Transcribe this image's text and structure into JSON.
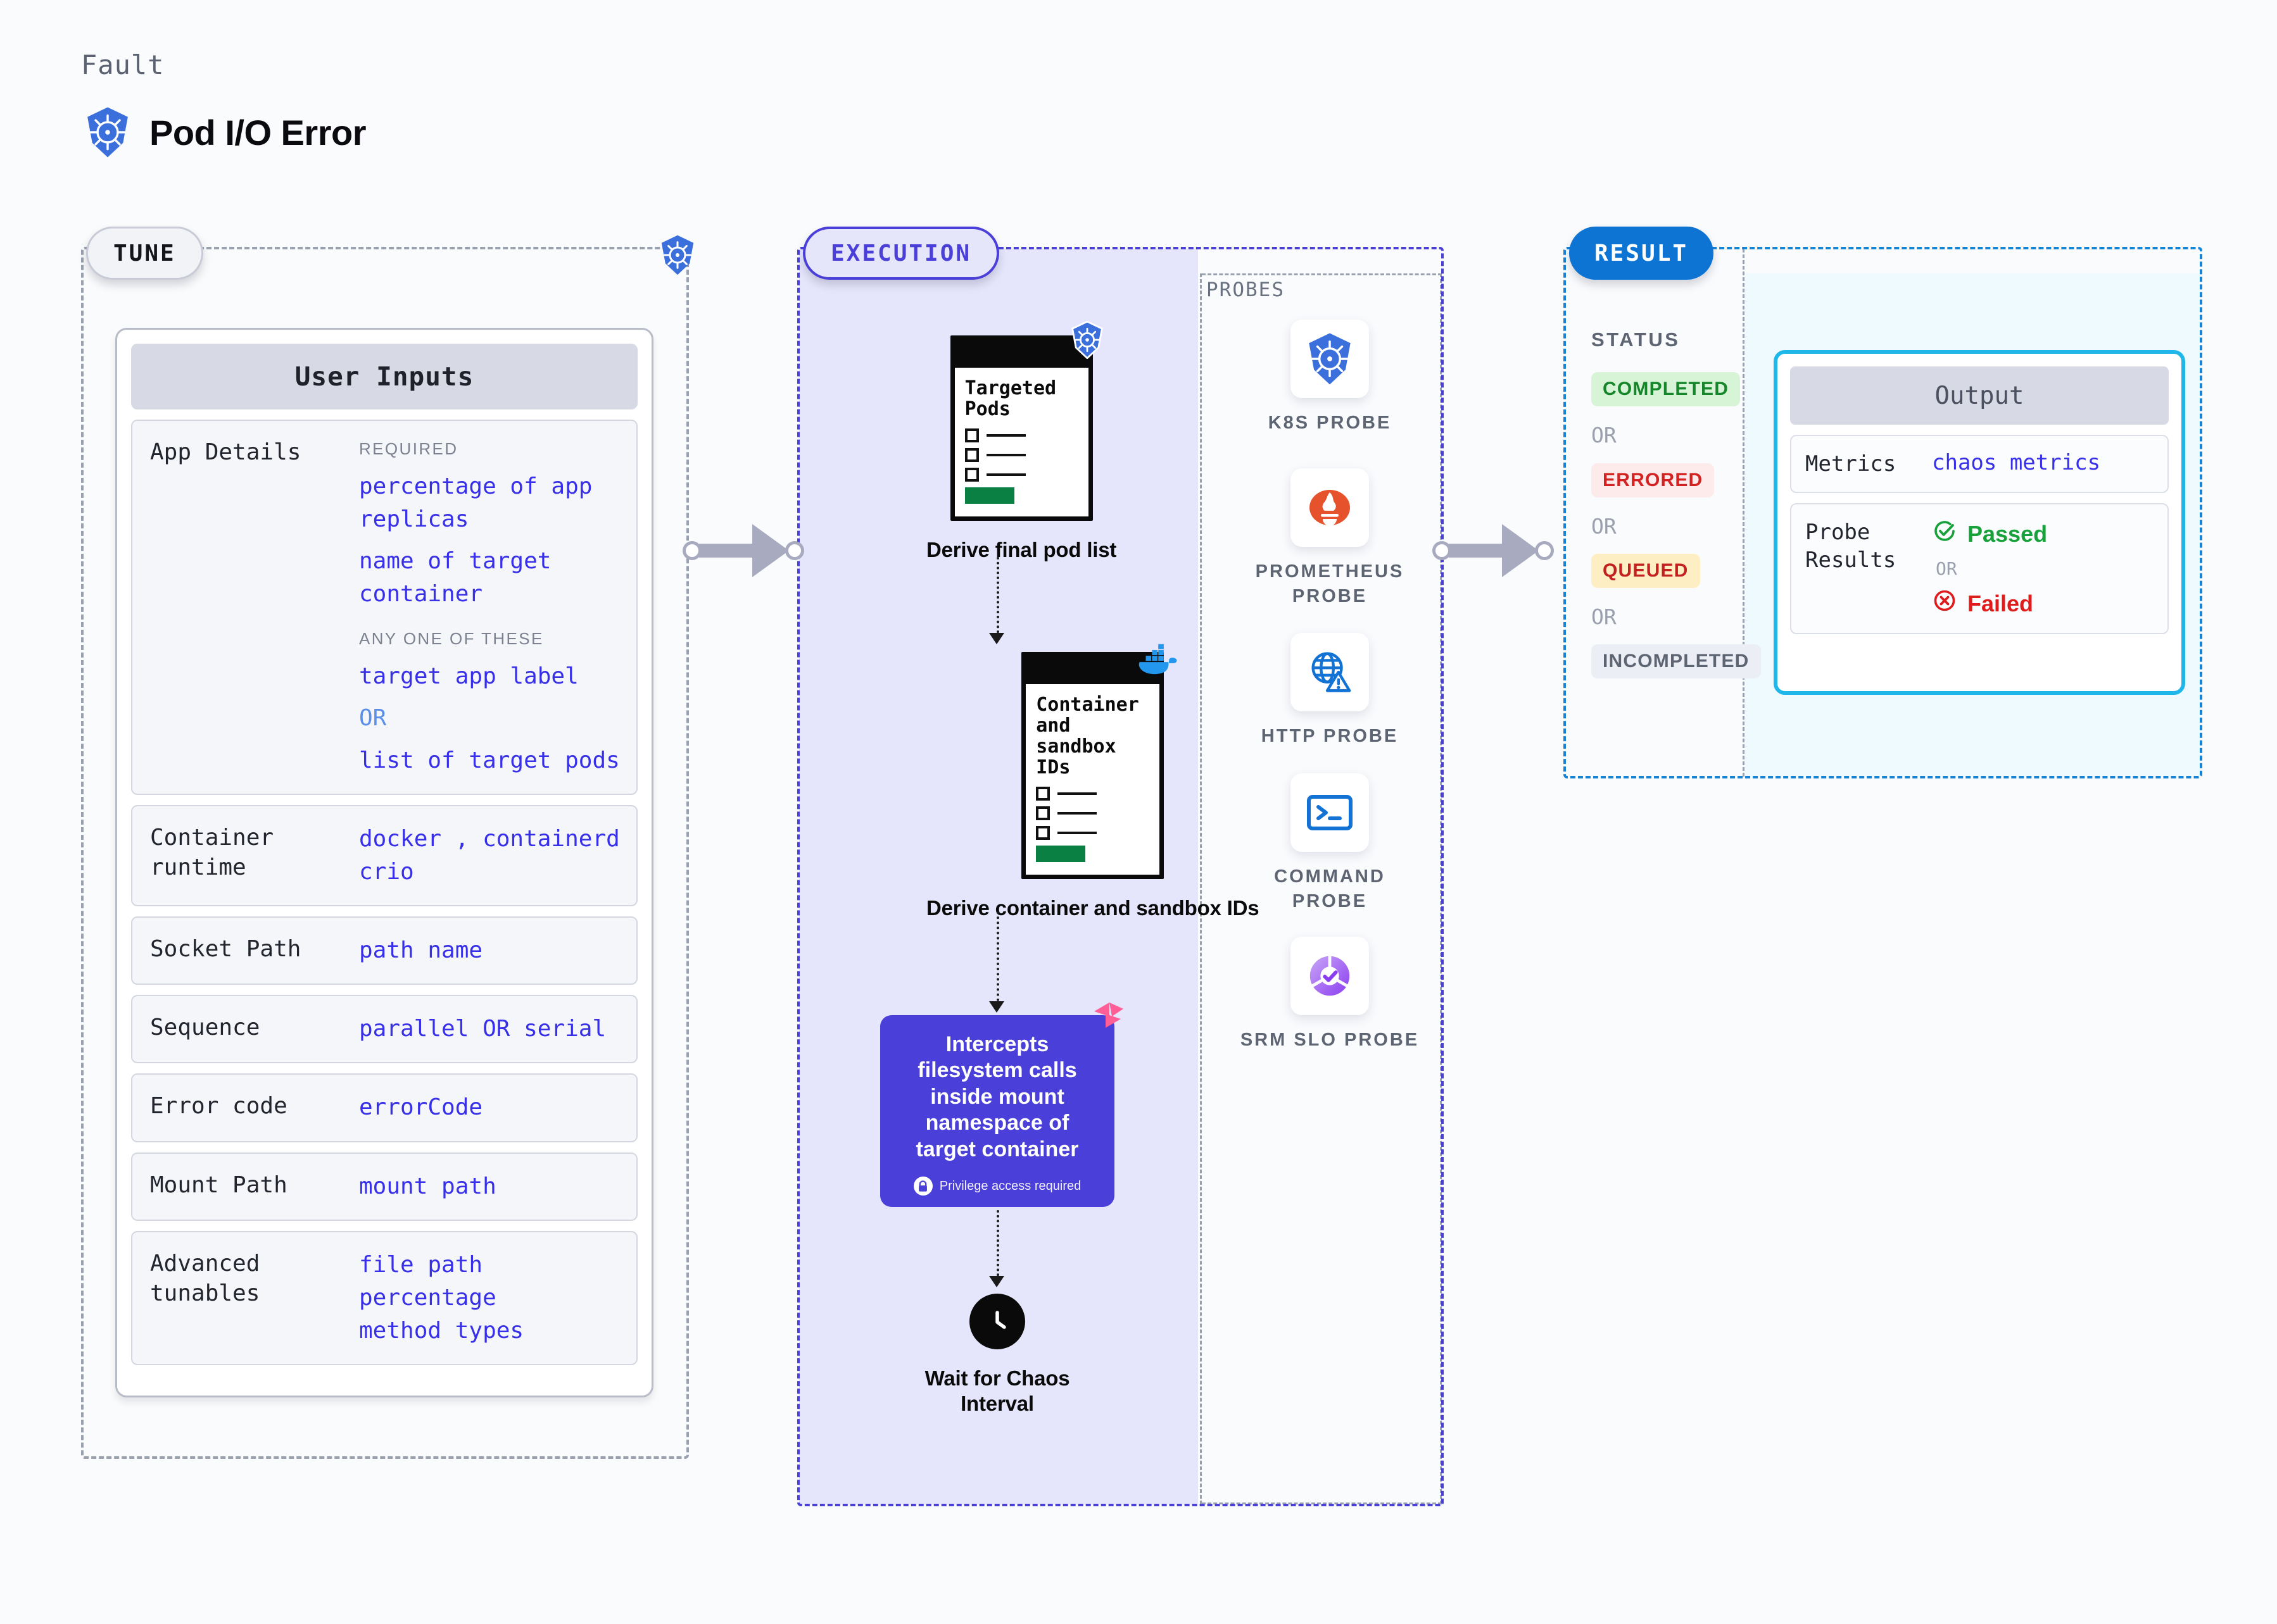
{
  "header": {
    "kicker": "Fault",
    "title": "Pod I/O Error",
    "icon": "kubernetes-icon"
  },
  "tune": {
    "pill_label": "TUNE",
    "panel_title": "User Inputs",
    "rows": [
      {
        "label": "App Details",
        "groups": [
          {
            "heading": "REQUIRED",
            "items": [
              "percentage of app replicas",
              "name of target container"
            ]
          },
          {
            "heading": "ANY ONE OF THESE",
            "items": [
              "target app label",
              "OR",
              "list of target pods"
            ]
          }
        ]
      },
      {
        "label": "Container runtime",
        "value_line1": "docker , containerd",
        "value_line2": "crio"
      },
      {
        "label": "Socket Path",
        "value_line1": "path name"
      },
      {
        "label": "Sequence",
        "value_line1": "parallel OR serial"
      },
      {
        "label": "Error code",
        "value_line1": "errorCode"
      },
      {
        "label": "Mount Path",
        "value_line1": "mount path"
      },
      {
        "label": "Advanced tunables",
        "value_line1": "file path",
        "value_line2": "percentage",
        "value_line3": "method types"
      }
    ]
  },
  "execution": {
    "pill_label": "EXECUTION",
    "steps": [
      {
        "card_title": "Targeted Pods",
        "caption": "Derive final pod list",
        "badge_icon": "kubernetes-icon"
      },
      {
        "card_title": "Container and sandbox IDs",
        "caption": "Derive container and sandbox IDs",
        "badge_icon": "docker-icon"
      }
    ],
    "action": {
      "text": "Intercepts filesystem calls inside mount namespace of target container",
      "note": "Privilege access required",
      "note_icon": "lock-icon",
      "corner_icon": "litmus-icon"
    },
    "wait": {
      "caption": "Wait for Chaos Interval",
      "icon": "clock-icon"
    }
  },
  "probes": {
    "label": "PROBES",
    "items": [
      {
        "name": "K8S PROBE",
        "icon": "kubernetes-icon"
      },
      {
        "name": "PROMETHEUS PROBE",
        "icon": "prometheus-icon"
      },
      {
        "name": "HTTP PROBE",
        "icon": "globe-warning-icon"
      },
      {
        "name": "COMMAND PROBE",
        "icon": "terminal-icon"
      },
      {
        "name": "SRM SLO PROBE",
        "icon": "srm-slo-icon"
      }
    ]
  },
  "result": {
    "pill_label": "RESULT",
    "status_label": "STATUS",
    "or_label": "OR",
    "statuses": [
      {
        "label": "COMPLETED",
        "bg": "#d7f4d7",
        "fg": "#16862a"
      },
      {
        "label": "ERRORED",
        "bg": "#fdeaea",
        "fg": "#d42121"
      },
      {
        "label": "QUEUED",
        "bg": "#fdeec4",
        "fg": "#c32020"
      },
      {
        "label": "INCOMPLETED",
        "bg": "#eceef5",
        "fg": "#5d6472"
      }
    ],
    "output": {
      "title": "Output",
      "metrics_label": "Metrics",
      "metrics_value": "chaos metrics",
      "probe_results_label": "Probe Results",
      "passed_label": "Passed",
      "failed_label": "Failed",
      "or_label": "OR",
      "passed_color": "#18a03a",
      "failed_color": "#e01b1b"
    }
  },
  "colors": {
    "k8s_blue": "#3a6fdc",
    "purple": "#4a3fd8",
    "result_blue": "#0d74d4",
    "cyan": "#1fb6ea",
    "pink": "#ff5f96"
  }
}
